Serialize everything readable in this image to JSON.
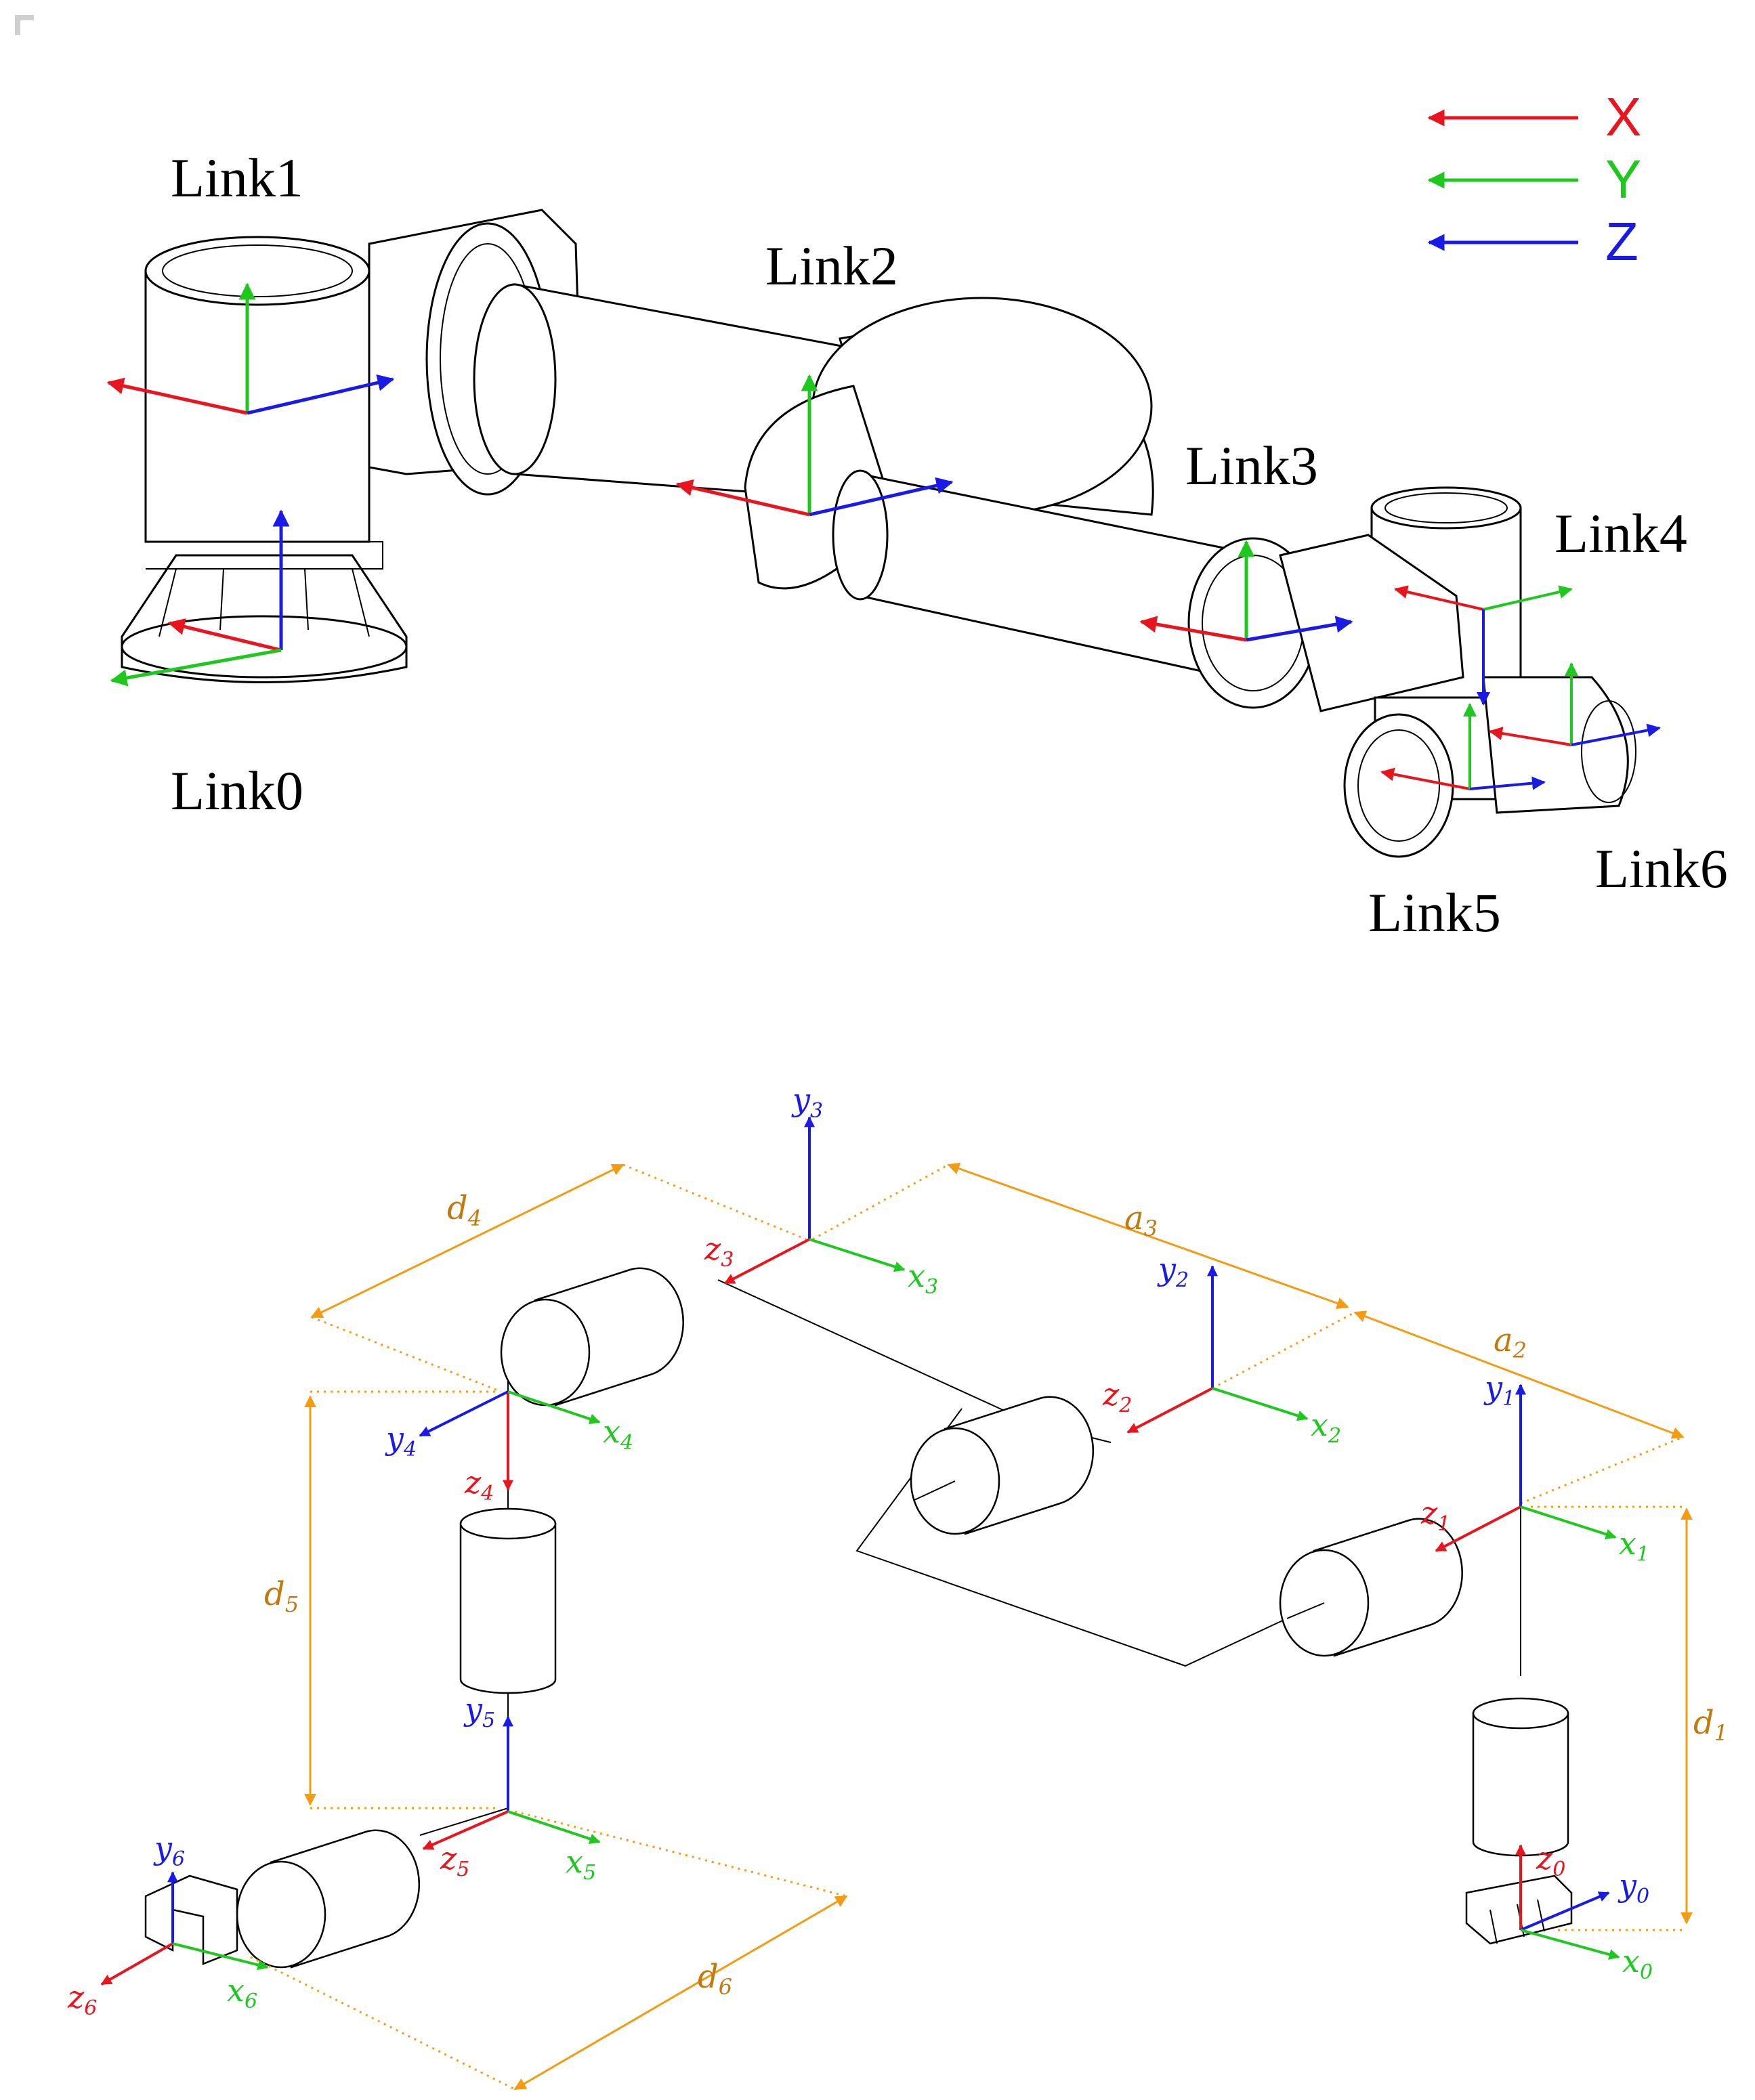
{
  "colors": {
    "x": "#e8141e",
    "y": "#1fc81f",
    "z": "#1a1ae6",
    "dimension": "#f39c12",
    "dim_label": "#c07a10"
  },
  "legend": {
    "x": "X",
    "y": "Y",
    "z": "Z"
  },
  "top": {
    "links": {
      "link0": "Link0",
      "link1": "Link1",
      "link2": "Link2",
      "link3": "Link3",
      "link4": "Link4",
      "link5": "Link5",
      "link6": "Link6"
    }
  },
  "bottom": {
    "frames": [
      {
        "z": "z",
        "zi": "0",
        "y": "y",
        "yi": "0",
        "x": "x",
        "xi": "0"
      },
      {
        "z": "z",
        "zi": "1",
        "y": "y",
        "yi": "1",
        "x": "x",
        "xi": "1"
      },
      {
        "z": "z",
        "zi": "2",
        "y": "y",
        "yi": "2",
        "x": "x",
        "xi": "2"
      },
      {
        "z": "z",
        "zi": "3",
        "y": "y",
        "yi": "3",
        "x": "x",
        "xi": "3"
      },
      {
        "z": "z",
        "zi": "4",
        "y": "y",
        "yi": "4",
        "x": "x",
        "xi": "4"
      },
      {
        "z": "z",
        "zi": "5",
        "y": "y",
        "yi": "5",
        "x": "x",
        "xi": "5"
      },
      {
        "z": "z",
        "zi": "6",
        "y": "y",
        "yi": "6",
        "x": "x",
        "xi": "6"
      }
    ],
    "dims": {
      "d1": {
        "v": "d",
        "i": "1"
      },
      "a2": {
        "v": "a",
        "i": "2"
      },
      "a3": {
        "v": "a",
        "i": "3"
      },
      "d4": {
        "v": "d",
        "i": "4"
      },
      "d5": {
        "v": "d",
        "i": "5"
      },
      "d6": {
        "v": "d",
        "i": "6"
      }
    }
  }
}
